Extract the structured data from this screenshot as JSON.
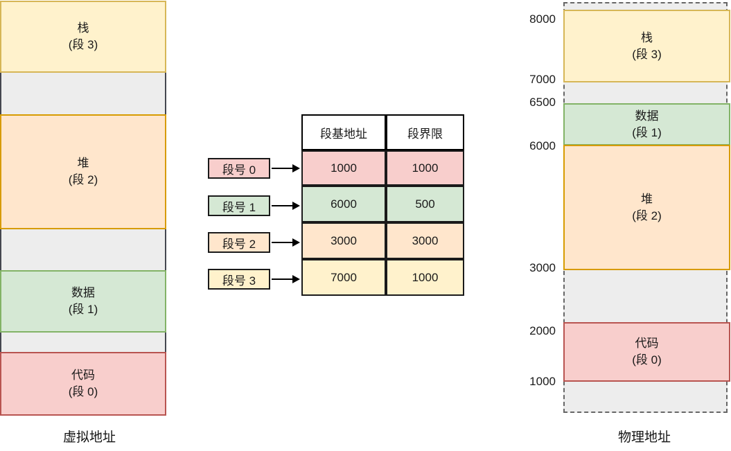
{
  "virtual_column": {
    "caption": "虚拟地址",
    "segments": [
      {
        "name": "栈",
        "seg": "(段 3)"
      },
      {
        "name": "堆",
        "seg": "(段 2)"
      },
      {
        "name": "数据",
        "seg": "(段 1)"
      },
      {
        "name": "代码",
        "seg": "(段 0)"
      }
    ]
  },
  "segment_table": {
    "headers": [
      "段基地址",
      "段界限"
    ],
    "row_labels": [
      "段号 0",
      "段号 1",
      "段号 2",
      "段号 3"
    ],
    "rows": [
      [
        "1000",
        "1000"
      ],
      [
        "6000",
        "500"
      ],
      [
        "3000",
        "3000"
      ],
      [
        "7000",
        "1000"
      ]
    ]
  },
  "physical_column": {
    "caption": "物理地址",
    "address_labels": [
      "8000",
      "7000",
      "6500",
      "6000",
      "3000",
      "2000",
      "1000"
    ],
    "segments": [
      {
        "name": "栈",
        "seg": "(段 3)"
      },
      {
        "name": "数据",
        "seg": "(段 1)"
      },
      {
        "name": "堆",
        "seg": "(段 2)"
      },
      {
        "name": "代码",
        "seg": "(段 0)"
      }
    ]
  },
  "colors": {
    "yellow_fill": "#fff2cc",
    "yellow_stroke": "#d6b656",
    "orange_fill": "#ffe6cc",
    "orange_stroke": "#d79b00",
    "green_fill": "#d5e8d4",
    "green_stroke": "#82b366",
    "red_fill": "#f8cecc",
    "red_stroke": "#b85450",
    "gray_fill": "#ededed",
    "gray_stroke": "#45474f",
    "dashed_stroke": "#666666",
    "table_header_border": "#000000"
  }
}
